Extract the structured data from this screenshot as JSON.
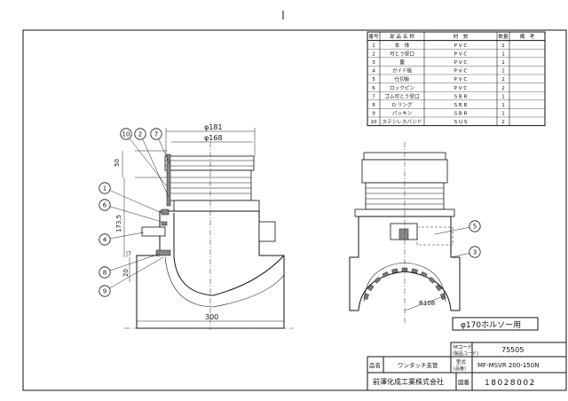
{
  "parts_table": {
    "headers": [
      "番号",
      "部 品 名 称",
      "材　質",
      "数量",
      "備　考"
    ],
    "rows": [
      [
        "1",
        "本　体",
        "P V C",
        "1",
        ""
      ],
      [
        "2",
        "可とう受口",
        "P V C",
        "1",
        ""
      ],
      [
        "3",
        "蓋",
        "P V C",
        "1",
        ""
      ],
      [
        "4",
        "ガイド板",
        "P V C",
        "2",
        ""
      ],
      [
        "5",
        "仕切板",
        "P V C",
        "2",
        ""
      ],
      [
        "6",
        "ロックピン",
        "P V C",
        "2",
        ""
      ],
      [
        "7",
        "ゴム可とう受口",
        "S B R",
        "1",
        ""
      ],
      [
        "8",
        "O リング",
        "S B R",
        "1",
        ""
      ],
      [
        "9",
        "パッキン",
        "S B R",
        "1",
        ""
      ],
      [
        "10",
        "ステンレスバンド",
        "S U S",
        "2",
        ""
      ]
    ]
  },
  "dimensions": {
    "outer_diameter": "φ181",
    "inner_diameter": "φ168",
    "height_top": "50",
    "height_mid": "173.5",
    "height_low": "7",
    "height_base": "20",
    "width_base": "300",
    "radius": "R108"
  },
  "callouts": {
    "left": [
      "1",
      "6",
      "4",
      "8",
      "9",
      "10",
      "2",
      "7"
    ],
    "right": [
      "5",
      "3"
    ]
  },
  "note": "φ170ホルソー用",
  "title_block": {
    "mcode_label": "Mコード\n(製品コード)",
    "mcode_label_1": "Mコード",
    "mcode_label_2": "(製品コード)",
    "mcode_value": "75505",
    "name_label": "品名",
    "name_value": "ワンタッチ支管",
    "model_label_1": "型式",
    "model_label_2": "(品番)",
    "model_value": "MF-MSVR 200-150N",
    "company": "前澤化成工業株式会社",
    "drawing_label": "図番",
    "drawing_value": "18028002"
  }
}
